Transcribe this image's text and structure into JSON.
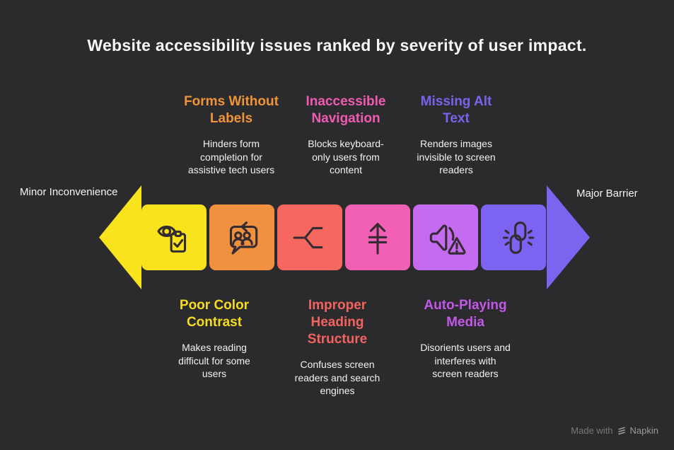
{
  "title": "Website accessibility issues ranked by severity of user impact.",
  "scale": {
    "left_label": "Minor Inconvenience",
    "right_label": "Major Barrier",
    "left_arrow_color": "#F8E31C",
    "right_arrow_color": "#7C64F0"
  },
  "background_color": "#2B2B2D",
  "issues": [
    {
      "heading": "Poor Color\nContrast",
      "description": "Makes reading\ndifficult for some\nusers",
      "heading_color": "#F5DC20",
      "box_color": "#F8E31C",
      "icon": "eye-clipboard-icon",
      "label_position": "bottom"
    },
    {
      "heading": "Forms Without\nLabels",
      "description": "Hinders form\ncompletion for\nassistive tech users",
      "heading_color": "#EF9439",
      "box_color": "#F0913F",
      "icon": "chat-people-sync-icon",
      "label_position": "top"
    },
    {
      "heading": "Improper\nHeading\nStructure",
      "description": "Confuses screen\nreaders and search\nengines",
      "heading_color": "#F2625F",
      "box_color": "#F6675F",
      "icon": "branch-structure-icon",
      "label_position": "bottom"
    },
    {
      "heading": "Inaccessible\nNavigation",
      "description": "Blocks keyboard-\nonly users from\ncontent",
      "heading_color": "#EF5BB0",
      "box_color": "#F160B4",
      "icon": "up-arrow-levels-icon",
      "label_position": "top"
    },
    {
      "heading": "Auto-Playing\nMedia",
      "description": "Disorients users and\ninterferes with\nscreen readers",
      "heading_color": "#C158E8",
      "box_color": "#C46BEF",
      "icon": "speaker-warning-icon",
      "label_position": "bottom"
    },
    {
      "heading": "Missing Alt\nText",
      "description": "Renders images\ninvisible to screen\nreaders",
      "heading_color": "#7A63EA",
      "box_color": "#7C63F1",
      "icon": "broken-link-icon",
      "label_position": "top"
    }
  ],
  "watermark": {
    "prefix": "Made with",
    "brand": "Napkin"
  }
}
